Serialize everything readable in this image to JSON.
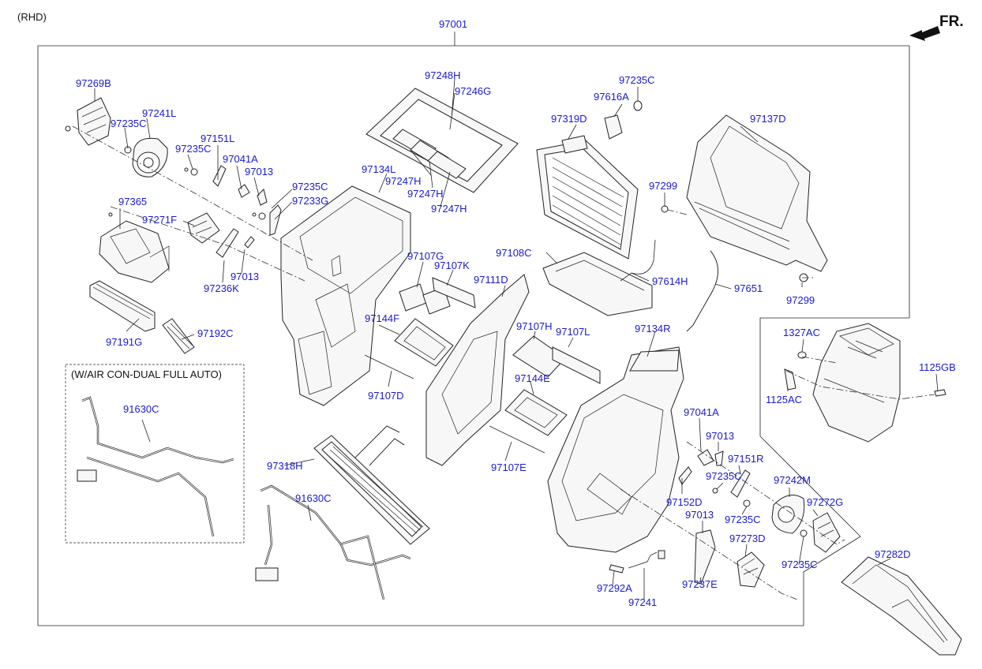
{
  "drawing": {
    "variant": "(RHD)",
    "assembly_number": "97001",
    "front_indicator": "FR.",
    "option_box_title": "(W/AIR CON-DUAL FULL AUTO)"
  },
  "colors": {
    "label": "#1a1acc",
    "line": "#222222",
    "background": "#ffffff"
  },
  "icons": [
    "front-arrow-icon"
  ],
  "labels": [
    {
      "id": "l01",
      "text": "97269B"
    },
    {
      "id": "l02",
      "text": "97241L"
    },
    {
      "id": "l03",
      "text": "97235C"
    },
    {
      "id": "l04",
      "text": "97235C"
    },
    {
      "id": "l05",
      "text": "97151L"
    },
    {
      "id": "l06",
      "text": "97041A"
    },
    {
      "id": "l07",
      "text": "97013"
    },
    {
      "id": "l08",
      "text": "97235C"
    },
    {
      "id": "l09",
      "text": "97233G"
    },
    {
      "id": "l10",
      "text": "97365"
    },
    {
      "id": "l11",
      "text": "97271F"
    },
    {
      "id": "l12",
      "text": "97013"
    },
    {
      "id": "l13",
      "text": "97236K"
    },
    {
      "id": "l14",
      "text": "97191G"
    },
    {
      "id": "l15",
      "text": "97192C"
    },
    {
      "id": "l16",
      "text": "97248H"
    },
    {
      "id": "l17",
      "text": "97246G"
    },
    {
      "id": "l18",
      "text": "97134L"
    },
    {
      "id": "l19",
      "text": "97247H"
    },
    {
      "id": "l20",
      "text": "97247H"
    },
    {
      "id": "l21",
      "text": "97247H"
    },
    {
      "id": "l22",
      "text": "97235C"
    },
    {
      "id": "l23",
      "text": "97616A"
    },
    {
      "id": "l24",
      "text": "97319D"
    },
    {
      "id": "l25",
      "text": "97137D"
    },
    {
      "id": "l26",
      "text": "97299"
    },
    {
      "id": "l27",
      "text": "97108C"
    },
    {
      "id": "l28",
      "text": "97614H"
    },
    {
      "id": "l29",
      "text": "97651"
    },
    {
      "id": "l30",
      "text": "97299"
    },
    {
      "id": "l31",
      "text": "97107G"
    },
    {
      "id": "l32",
      "text": "97107K"
    },
    {
      "id": "l33",
      "text": "97111D"
    },
    {
      "id": "l34",
      "text": "97144F"
    },
    {
      "id": "l35",
      "text": "97107D"
    },
    {
      "id": "l36",
      "text": "97107H"
    },
    {
      "id": "l37",
      "text": "97107L"
    },
    {
      "id": "l38",
      "text": "97134R"
    },
    {
      "id": "l39",
      "text": "97144E"
    },
    {
      "id": "l40",
      "text": "97107E"
    },
    {
      "id": "l41",
      "text": "1327AC"
    },
    {
      "id": "l42",
      "text": "1125GB"
    },
    {
      "id": "l43",
      "text": "1125AC"
    },
    {
      "id": "l44",
      "text": "91630C"
    },
    {
      "id": "l45",
      "text": "97318H"
    },
    {
      "id": "l46",
      "text": "91630C"
    },
    {
      "id": "l47",
      "text": "97041A"
    },
    {
      "id": "l48",
      "text": "97013"
    },
    {
      "id": "l49",
      "text": "97151R"
    },
    {
      "id": "l50",
      "text": "97235C"
    },
    {
      "id": "l51",
      "text": "97242M"
    },
    {
      "id": "l52",
      "text": "97152D"
    },
    {
      "id": "l53",
      "text": "97235C"
    },
    {
      "id": "l54",
      "text": "97272G"
    },
    {
      "id": "l55",
      "text": "97013"
    },
    {
      "id": "l56",
      "text": "97273D"
    },
    {
      "id": "l57",
      "text": "97235C"
    },
    {
      "id": "l58",
      "text": "97282D"
    },
    {
      "id": "l59",
      "text": "97292A"
    },
    {
      "id": "l60",
      "text": "97237E"
    },
    {
      "id": "l61",
      "text": "97241"
    }
  ]
}
